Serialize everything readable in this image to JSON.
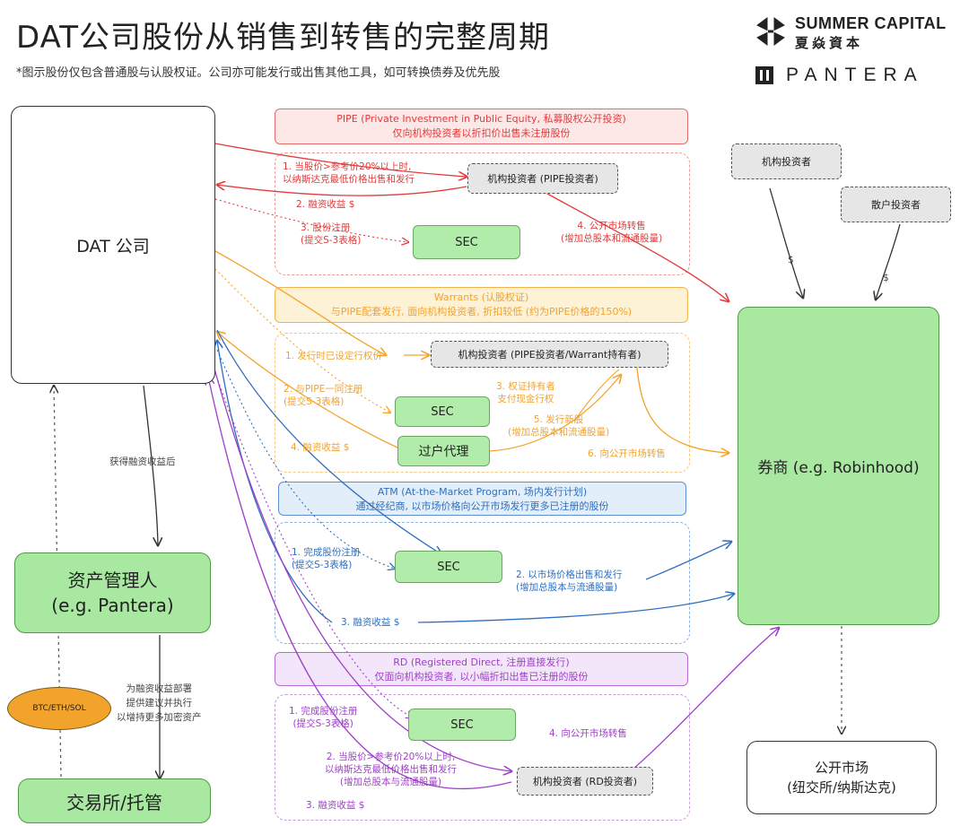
{
  "header": {
    "title": "DAT公司股份从销售到转售的完整周期",
    "subtitle": "*图示股份仅包含普通股与认股权证。公司亦可能发行或出售其他工具，如可转换债券及优先股"
  },
  "logos": {
    "summer_en": "SUMMER CAPITAL",
    "summer_zh": "夏焱資本",
    "pantera": "PANTERA"
  },
  "nodes": {
    "dat_company": "DAT 公司",
    "asset_manager_line1": "资产管理人",
    "asset_manager_line2": "(e.g. Pantera)",
    "exchange": "交易所/托管",
    "crypto": "BTC/ETH/SOL",
    "broker": "券商 (e.g. Robinhood)",
    "public_market_line1": "公开市场",
    "public_market_line2": "(纽交所/纳斯达克)",
    "inst_investor_top": "机构投资者",
    "retail_investor": "散户投资者",
    "dollar": "$"
  },
  "left_labels": {
    "after_proceeds": "获得融资收益后",
    "deploy_line1": "为融资收益部署",
    "deploy_line2": "提供建议并执行",
    "deploy_line3": "以增持更多加密资产"
  },
  "pipe": {
    "band_line1": "PIPE (Private Investment in Public Equity, 私募股权公开投资)",
    "band_line2": "仅向机构投资者以折扣价出售未注册股份",
    "investor": "机构投资者 (PIPE投资者)",
    "sec": "SEC",
    "step1_line1": "1. 当股价>参考价20%以上时,",
    "step1_line2": "以纳斯达克最低价格出售和发行",
    "step2": "2. 融资收益 $",
    "step3_line1": "3. 股份注册",
    "step3_line2": "(提交S-3表格)",
    "step4_line1": "4. 公开市场转售",
    "step4_line2": "(增加总股本和流通股量)"
  },
  "warrants": {
    "band_line1": "Warrants (认股权证)",
    "band_line2": "与PIPE配套发行, 面向机构投资者, 折扣较低 (约为PIPE价格的150%)",
    "investor": "机构投资者 (PIPE投资者/Warrant持有者)",
    "sec": "SEC",
    "agent": "过户代理",
    "step1": "1. 发行时已设定行权价",
    "step2_line1": "2. 与PIPE一同注册",
    "step2_line2": "(提交S-3表格)",
    "step3_line1": "3. 权证持有者",
    "step3_line2": "支付现金行权",
    "step4": "4. 融资收益 $",
    "step5_line1": "5. 发行新股",
    "step5_line2": "(增加总股本和流通股量)",
    "step6": "6. 向公开市场转售"
  },
  "atm": {
    "band_line1": "ATM (At-the-Market Program, 场内发行计划)",
    "band_line2": "通过经纪商, 以市场价格向公开市场发行更多已注册的股份",
    "sec": "SEC",
    "step1_line1": "1. 完成股份注册",
    "step1_line2": "(提交S-3表格)",
    "step2_line1": "2. 以市场价格出售和发行",
    "step2_line2": "(增加总股本与流通股量)",
    "step3": "3. 融资收益 $"
  },
  "rd": {
    "band_line1": "RD (Registered Direct, 注册直接发行)",
    "band_line2": "仅面向机构投资者, 以小幅折扣出售已注册的股份",
    "investor": "机构投资者 (RD投资者)",
    "sec": "SEC",
    "step1_line1": "1. 完成股份注册",
    "step1_line2": "(提交S-3表格)",
    "step2_line1": "2. 当股价>参考价20%以上时,",
    "step2_line2": "以纳斯达克最低价格出售和发行",
    "step2_line3": "(增加总股本与流通股量)",
    "step3": "3. 融资收益 $",
    "step4": "4. 向公开市场转售"
  },
  "colors": {
    "pipe": "#e23b3b",
    "warrants": "#f3a32a",
    "atm": "#2f6fc0",
    "rd": "#a040c8",
    "node_green": "#a9e8a1"
  }
}
